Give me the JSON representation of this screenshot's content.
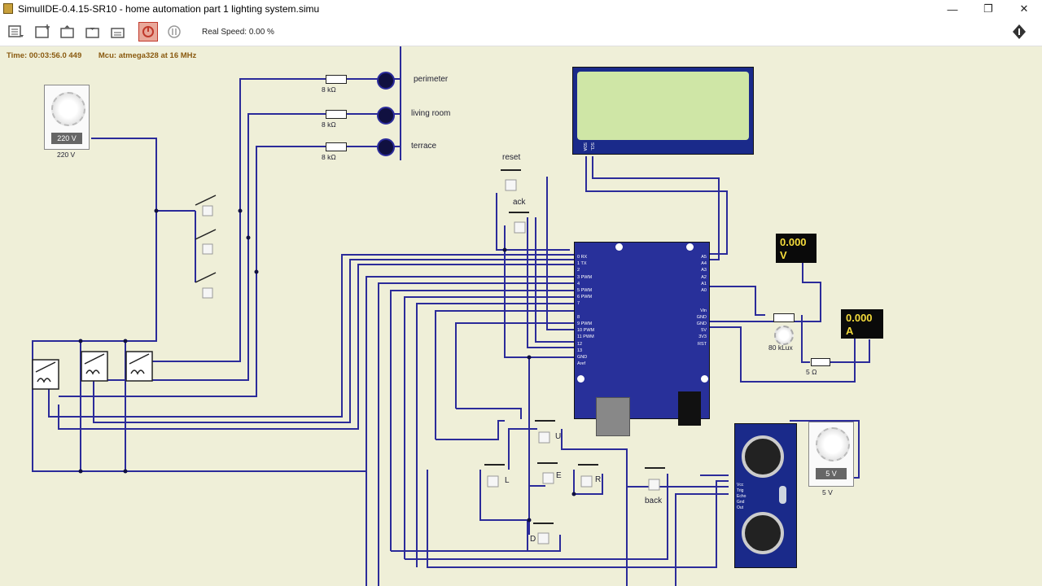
{
  "window": {
    "title": "SimulIDE-0.4.15-SR10  -  home automation part 1 lighting system.simu",
    "controls": [
      "—",
      "❐",
      "✕"
    ]
  },
  "toolbar": {
    "real_speed": "Real Speed: 0.00 %"
  },
  "status": {
    "time": "Time: 00:03:56.0  449",
    "mcu": "Mcu: atmega328 at 16 MHz"
  },
  "components": {
    "ac_source": {
      "display": "220 V",
      "label": "220 V"
    },
    "resistors": [
      "8 kΩ",
      "8 kΩ",
      "8 kΩ"
    ],
    "lamps": [
      "perimeter",
      "living room",
      "terrace"
    ],
    "buttons": {
      "reset": "reset",
      "ack": "ack",
      "up": "U",
      "left": "L",
      "enter": "E",
      "right": "R",
      "down": "D",
      "back": "back"
    },
    "voltmeter": {
      "value": "0.000",
      "unit": "V"
    },
    "ammeter": {
      "value": "0.000",
      "unit": "A"
    },
    "ldr": {
      "label": "80 kLux"
    },
    "shunt": {
      "label": "5 Ω"
    },
    "dc_source": {
      "display": "5 V",
      "label": "5 V"
    },
    "lcd_pins": [
      "SDA",
      "SCL"
    ],
    "arduino_left_pins": [
      "0",
      "RX",
      "1",
      "TX",
      "2",
      "3",
      "PWM",
      "4",
      "5",
      "PWM",
      "6",
      "PWM",
      "7",
      "8",
      "9",
      "PWM",
      "10",
      "PWM",
      "11",
      "PWM",
      "12",
      "13",
      "GND",
      "Aref"
    ],
    "arduino_right_pins": [
      "A5",
      "A4",
      "A3",
      "A2",
      "A1",
      "A0",
      "Vin",
      "GND",
      "GND",
      "5V",
      "3V3",
      "RST"
    ],
    "sonar_pins": [
      "Vcc",
      "Trig",
      "Echo",
      "Gnd",
      "Out"
    ]
  },
  "colors": {
    "wire": "#2b2b9a",
    "canvas": "#efefd8",
    "arduino": "#28309a",
    "lcd": "#cfe6a6",
    "meter_text": "#f5dc3c"
  }
}
